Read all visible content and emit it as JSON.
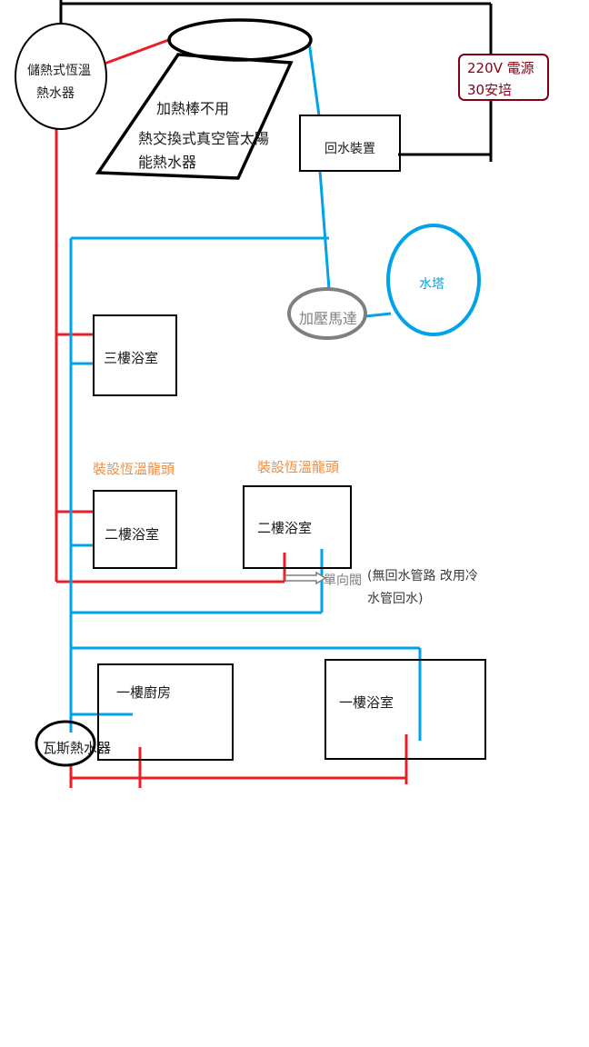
{
  "nodes": {
    "storage_heater": {
      "line1": "儲熱式恆溫",
      "line2": "熱水器"
    },
    "solar_heater": {
      "line1": "加熱棒不用",
      "line2": "熱交換式真空管太陽",
      "line3": "能熱水器"
    },
    "return_device": {
      "label": "回水裝置"
    },
    "power_supply": {
      "line1": "220V 電源",
      "line2": "30安培"
    },
    "water_tower": {
      "label": "水塔"
    },
    "booster_pump": {
      "label": "加壓馬達"
    },
    "bath_3f": {
      "label": "三樓浴室"
    },
    "bath_2f_left": {
      "label": "二樓浴室",
      "note": "裝設恆溫龍頭"
    },
    "bath_2f_right": {
      "label": "二樓浴室",
      "note": "裝設恆溫龍頭"
    },
    "kitchen_1f": {
      "label": "一樓廚房"
    },
    "bath_1f": {
      "label": "一樓浴室"
    },
    "gas_heater": {
      "label": "瓦斯熱水器"
    }
  },
  "check_valve": {
    "label": "單向閥",
    "note_line1": "(無回水管路 改用冷",
    "note_line2": "水管回水)"
  },
  "colors": {
    "hot_pipe": "#ed1c24",
    "cold_pipe": "#00a2e8",
    "power_line": "#000000",
    "power_box": "#880015",
    "note_text": "#f08c3c",
    "pump": "#7f7f7f"
  }
}
